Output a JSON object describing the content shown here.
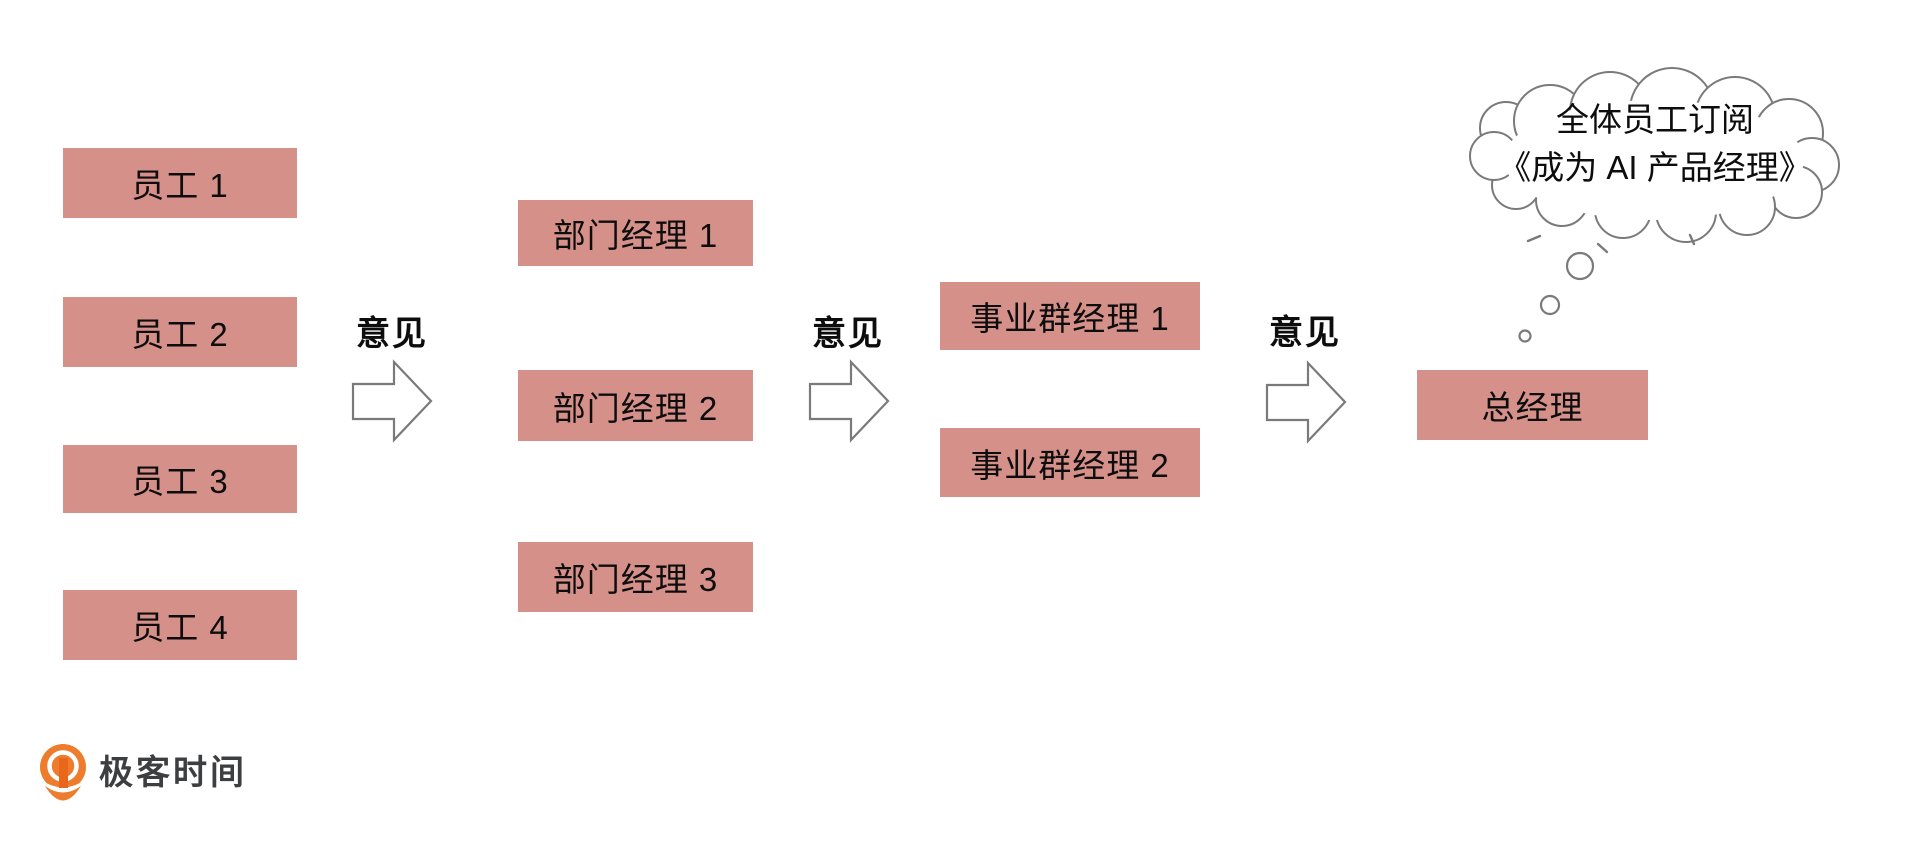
{
  "diagram": {
    "employees": [
      "员工 1",
      "员工 2",
      "员工 3",
      "员工 4"
    ],
    "dept_managers": [
      "部门经理 1",
      "部门经理 2",
      "部门经理 3"
    ],
    "group_managers": [
      "事业群经理 1",
      "事业群经理 2"
    ],
    "general_manager": "总经理",
    "flow_labels": [
      "意见",
      "意见",
      "意见"
    ],
    "thought_bubble": {
      "line1": "全体员工订阅",
      "line2": "《成为 AI 产品经理》"
    },
    "colors": {
      "page_bg": "#ffffff",
      "box_fill": "#d6908a",
      "diagram_text": "#0d0d0d",
      "outline_gray": "#7a7a7a",
      "brand_orange": "#ee7c2d",
      "brand_orange_dark": "#e8671b",
      "brand_text": "#3d3e40"
    }
  },
  "brand": {
    "name": "极客时间"
  }
}
